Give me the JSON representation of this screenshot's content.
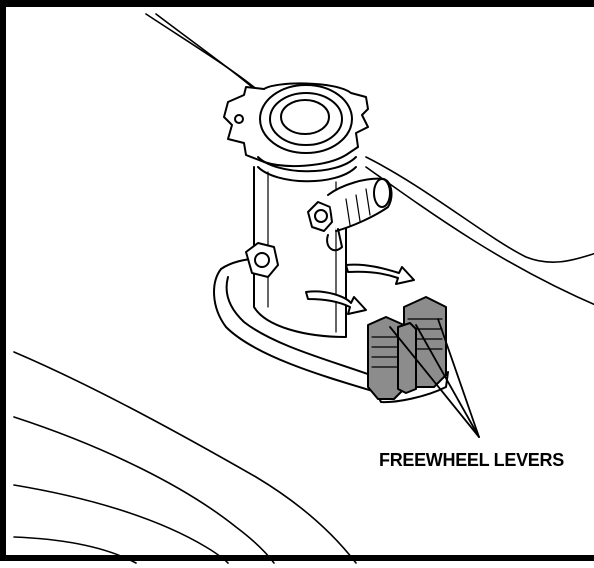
{
  "callout": {
    "label": "FREEWHEEL LEVERS",
    "target_count": 3
  },
  "illustration": {
    "style": "black line drawing",
    "lever_fill_color": "#8c8c8c",
    "line_color": "#000000",
    "background_color": "#ffffff"
  }
}
